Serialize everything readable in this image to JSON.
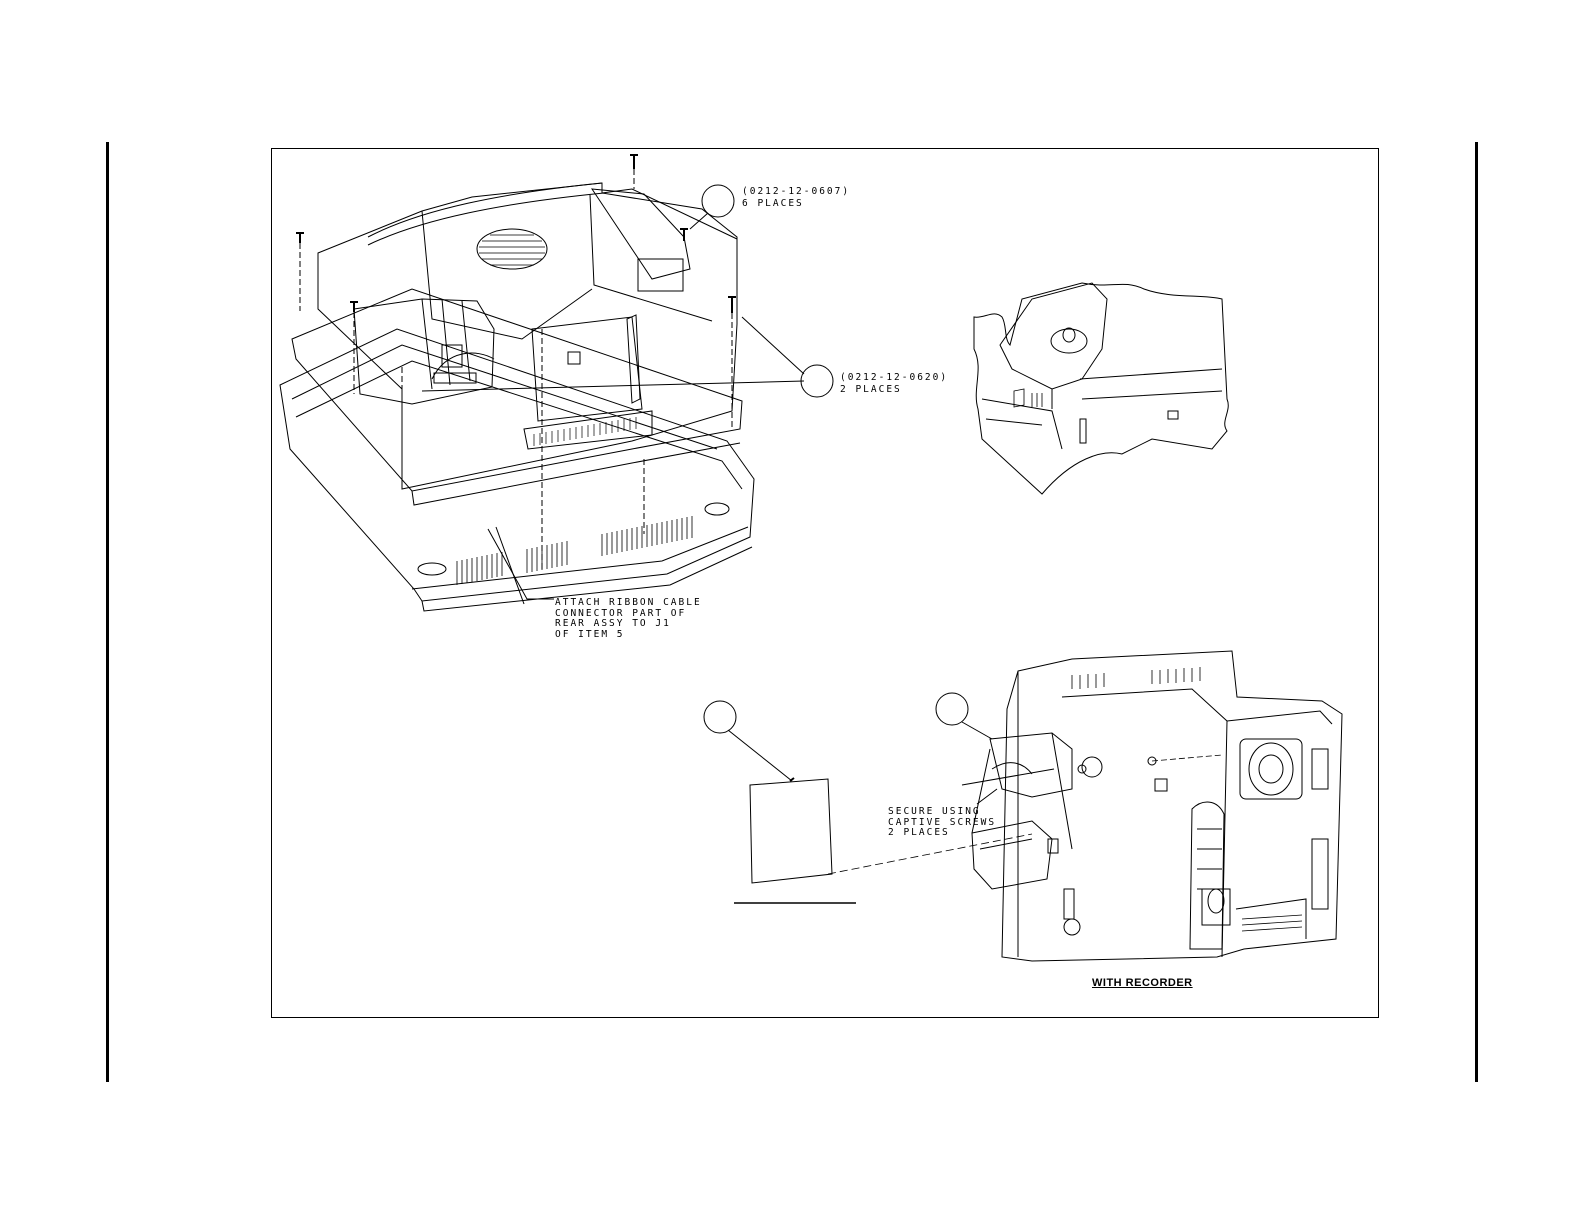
{
  "callouts": {
    "screws_a": {
      "part": "(0212-12-0607)",
      "qty": "6 PLACES"
    },
    "screws_b": {
      "part": "(0212-12-0620)",
      "qty": "2 PLACES"
    }
  },
  "notes": {
    "ribbon_cable": [
      "ATTACH RIBBON CABLE",
      "CONNECTOR PART OF",
      "REAR ASSY TO J1",
      "OF ITEM 5"
    ],
    "captive_screws": [
      "SECURE USING",
      "CAPTIVE SCREWS",
      "2 PLACES"
    ]
  },
  "captions": {
    "with_recorder": "WITH RECORDER"
  }
}
